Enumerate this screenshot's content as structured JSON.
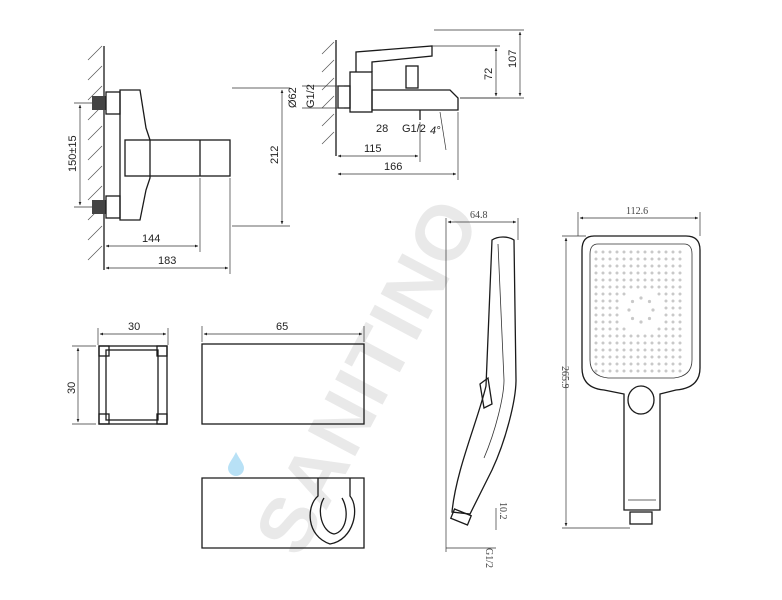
{
  "watermark": {
    "text": "SANITINO",
    "color": "#e9e9e9",
    "accent_color": "#7ec8ee"
  },
  "mixer_front": {
    "dim_height": "212",
    "dim_spacing": "150±15",
    "dim_depth_1": "144",
    "dim_depth_2": "183"
  },
  "mixer_side": {
    "dim_diameter": "Ø62",
    "dim_thread_top": "G1/2",
    "dim_72": "72",
    "dim_107": "107",
    "dim_28": "28",
    "dim_thread_bottom": "G1/2",
    "dim_angle": "4°",
    "dim_115": "115",
    "dim_166": "166"
  },
  "holder": {
    "dim_width": "30",
    "dim_height": "30",
    "dim_length": "65"
  },
  "hand_shower_side": {
    "dim_width": "64.8",
    "dim_10_2": "10.2",
    "dim_thread": "G1/2"
  },
  "hand_shower_front": {
    "dim_width": "112.6",
    "dim_length": "265.9"
  }
}
